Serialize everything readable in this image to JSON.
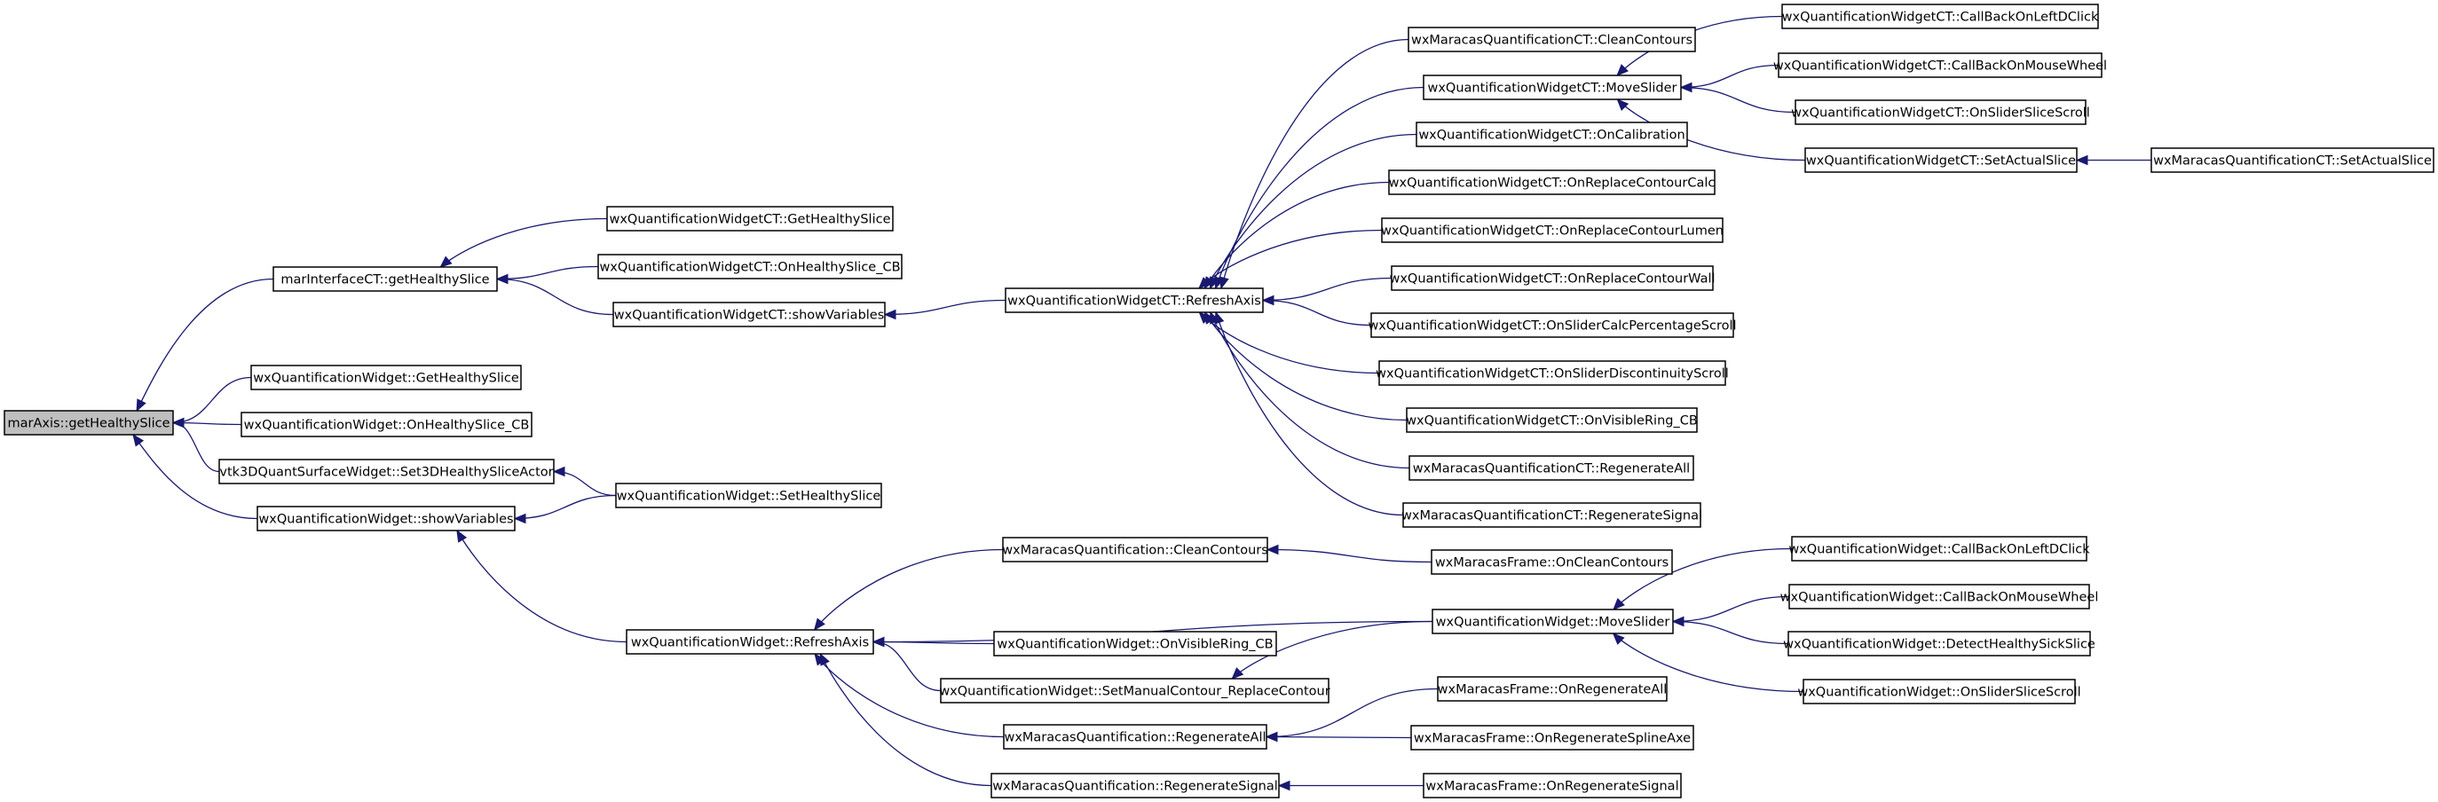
{
  "graph": {
    "nodes": [
      {
        "id": "n0",
        "label": "marAxis::getHealthySlice",
        "root": true
      },
      {
        "id": "n1",
        "label": "marInterfaceCT::getHealthySlice"
      },
      {
        "id": "n2",
        "label": "wxQuantificationWidget::GetHealthySlice"
      },
      {
        "id": "n3",
        "label": "wxQuantificationWidget::OnHealthySlice_CB"
      },
      {
        "id": "n4",
        "label": "vtk3DQuantSurfaceWidget::Set3DHealthySliceActor"
      },
      {
        "id": "n5",
        "label": "wxQuantificationWidget::showVariables"
      },
      {
        "id": "n6",
        "label": "wxQuantificationWidgetCT::GetHealthySlice"
      },
      {
        "id": "n7",
        "label": "wxQuantificationWidgetCT::OnHealthySlice_CB"
      },
      {
        "id": "n8",
        "label": "wxQuantificationWidgetCT::showVariables"
      },
      {
        "id": "n9",
        "label": "wxQuantificationWidget::SetHealthySlice"
      },
      {
        "id": "n10",
        "label": "wxQuantificationWidget::RefreshAxis"
      },
      {
        "id": "n11",
        "label": "wxQuantificationWidgetCT::RefreshAxis"
      },
      {
        "id": "n12",
        "label": "wxMaracasQuantificationCT::CleanContours"
      },
      {
        "id": "n13",
        "label": "wxQuantificationWidgetCT::MoveSlider"
      },
      {
        "id": "n14",
        "label": "wxQuantificationWidgetCT::OnCalibration"
      },
      {
        "id": "n15",
        "label": "wxQuantificationWidgetCT::OnReplaceContourCalc"
      },
      {
        "id": "n16",
        "label": "wxQuantificationWidgetCT::OnReplaceContourLumen"
      },
      {
        "id": "n17",
        "label": "wxQuantificationWidgetCT::OnReplaceContourWall"
      },
      {
        "id": "n18",
        "label": "wxQuantificationWidgetCT::OnSliderCalcPercentageScroll"
      },
      {
        "id": "n19",
        "label": "wxQuantificationWidgetCT::OnSliderDiscontinuityScroll"
      },
      {
        "id": "n20",
        "label": "wxQuantificationWidgetCT::OnVisibleRing_CB"
      },
      {
        "id": "n21",
        "label": "wxMaracasQuantificationCT::RegenerateAll"
      },
      {
        "id": "n22",
        "label": "wxMaracasQuantificationCT::RegenerateSignal"
      },
      {
        "id": "n23",
        "label": "wxQuantificationWidgetCT::CallBackOnLeftDClick"
      },
      {
        "id": "n24",
        "label": "wxQuantificationWidgetCT::CallBackOnMouseWheel"
      },
      {
        "id": "n25",
        "label": "wxQuantificationWidgetCT::OnSliderSliceScroll"
      },
      {
        "id": "n26",
        "label": "wxQuantificationWidgetCT::SetActualSlice"
      },
      {
        "id": "n27",
        "label": "wxMaracasQuantificationCT::SetActualSlice"
      },
      {
        "id": "n28",
        "label": "wxMaracasQuantification::CleanContours"
      },
      {
        "id": "n29",
        "label": "wxQuantificationWidget::MoveSlider"
      },
      {
        "id": "n30",
        "label": "wxQuantificationWidget::OnVisibleRing_CB"
      },
      {
        "id": "n31",
        "label": "wxQuantificationWidget::SetManualContour_ReplaceContour"
      },
      {
        "id": "n32",
        "label": "wxMaracasQuantification::RegenerateAll"
      },
      {
        "id": "n33",
        "label": "wxMaracasQuantification::RegenerateSignal"
      },
      {
        "id": "n34",
        "label": "wxMaracasFrame::OnCleanContours"
      },
      {
        "id": "n35",
        "label": "wxQuantificationWidget::CallBackOnLeftDClick"
      },
      {
        "id": "n36",
        "label": "wxQuantificationWidget::CallBackOnMouseWheel"
      },
      {
        "id": "n37",
        "label": "wxQuantificationWidget::DetectHealthySickSlice"
      },
      {
        "id": "n38",
        "label": "wxQuantificationWidget::OnSliderSliceScroll"
      },
      {
        "id": "n39",
        "label": "wxMaracasFrame::OnRegenerateAll"
      },
      {
        "id": "n40",
        "label": "wxMaracasFrame::OnRegenerateSplineAxe"
      },
      {
        "id": "n41",
        "label": "wxMaracasFrame::OnRegenerateSignal"
      }
    ],
    "edges": [
      {
        "from": "n1",
        "to": "n0"
      },
      {
        "from": "n2",
        "to": "n0"
      },
      {
        "from": "n3",
        "to": "n0"
      },
      {
        "from": "n4",
        "to": "n0"
      },
      {
        "from": "n5",
        "to": "n0"
      },
      {
        "from": "n6",
        "to": "n1"
      },
      {
        "from": "n7",
        "to": "n1"
      },
      {
        "from": "n8",
        "to": "n1"
      },
      {
        "from": "n11",
        "to": "n8"
      },
      {
        "from": "n9",
        "to": "n4"
      },
      {
        "from": "n9",
        "to": "n5"
      },
      {
        "from": "n10",
        "to": "n5"
      },
      {
        "from": "n12",
        "to": "n11"
      },
      {
        "from": "n13",
        "to": "n11"
      },
      {
        "from": "n14",
        "to": "n11"
      },
      {
        "from": "n15",
        "to": "n11"
      },
      {
        "from": "n16",
        "to": "n11"
      },
      {
        "from": "n17",
        "to": "n11"
      },
      {
        "from": "n18",
        "to": "n11"
      },
      {
        "from": "n19",
        "to": "n11"
      },
      {
        "from": "n20",
        "to": "n11"
      },
      {
        "from": "n21",
        "to": "n11"
      },
      {
        "from": "n22",
        "to": "n11"
      },
      {
        "from": "n23",
        "to": "n13"
      },
      {
        "from": "n24",
        "to": "n13"
      },
      {
        "from": "n25",
        "to": "n13"
      },
      {
        "from": "n26",
        "to": "n13"
      },
      {
        "from": "n27",
        "to": "n26"
      },
      {
        "from": "n28",
        "to": "n10"
      },
      {
        "from": "n29",
        "to": "n10"
      },
      {
        "from": "n30",
        "to": "n10"
      },
      {
        "from": "n31",
        "to": "n10"
      },
      {
        "from": "n32",
        "to": "n10"
      },
      {
        "from": "n33",
        "to": "n10"
      },
      {
        "from": "n34",
        "to": "n28"
      },
      {
        "from": "n35",
        "to": "n29"
      },
      {
        "from": "n36",
        "to": "n29"
      },
      {
        "from": "n37",
        "to": "n29"
      },
      {
        "from": "n38",
        "to": "n29"
      },
      {
        "from": "n29",
        "to": "n31"
      },
      {
        "from": "n39",
        "to": "n32"
      },
      {
        "from": "n40",
        "to": "n32"
      },
      {
        "from": "n41",
        "to": "n33"
      }
    ]
  }
}
